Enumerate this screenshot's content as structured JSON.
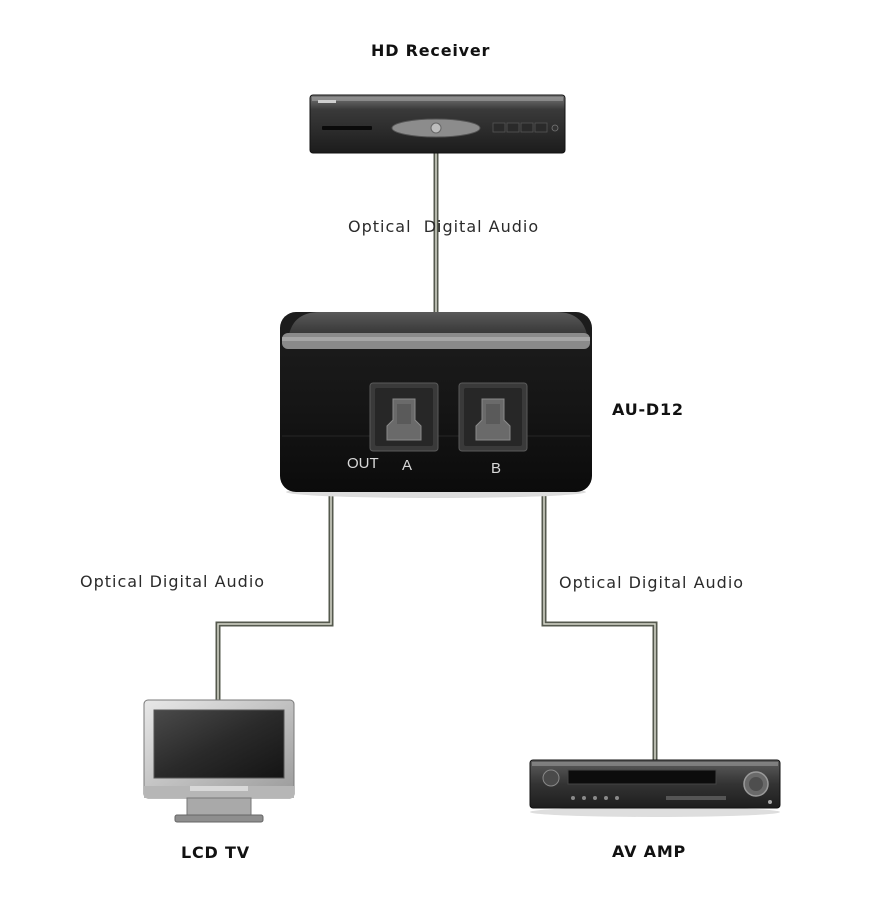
{
  "devices": {
    "receiver": {
      "name": "HD Receiver"
    },
    "switch": {
      "name": "AU-D12",
      "ports": [
        "OUT",
        "A",
        "B"
      ]
    },
    "tv": {
      "name": "LCD TV"
    },
    "amp": {
      "name": "AV AMP"
    }
  },
  "connections": [
    {
      "label": "Optical  Digital Audio"
    },
    {
      "label": "Optical Digital Audio"
    },
    {
      "label": "Optical Digital Audio"
    }
  ],
  "colors": {
    "cable": "#55594e",
    "cable_highlight": "#d6d8cc",
    "device_body": "#1a1a1a",
    "text": "#222222"
  }
}
